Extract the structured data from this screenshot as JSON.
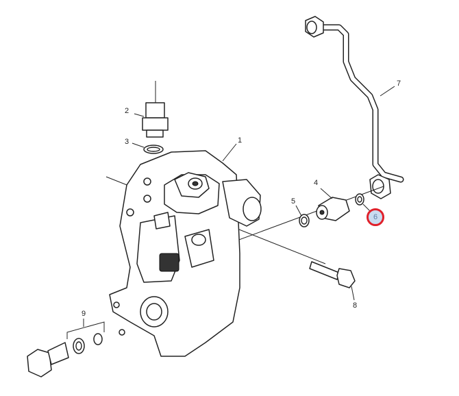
{
  "diagram": {
    "callouts": [
      {
        "label": "1"
      },
      {
        "label": "2"
      },
      {
        "label": "3"
      },
      {
        "label": "4"
      },
      {
        "label": "5"
      },
      {
        "label": "6",
        "highlighted": true
      },
      {
        "label": "7"
      },
      {
        "label": "8"
      },
      {
        "label": "9"
      }
    ],
    "highlight_color": "#e0202a",
    "highlight_fill": "#c9dcf0"
  }
}
